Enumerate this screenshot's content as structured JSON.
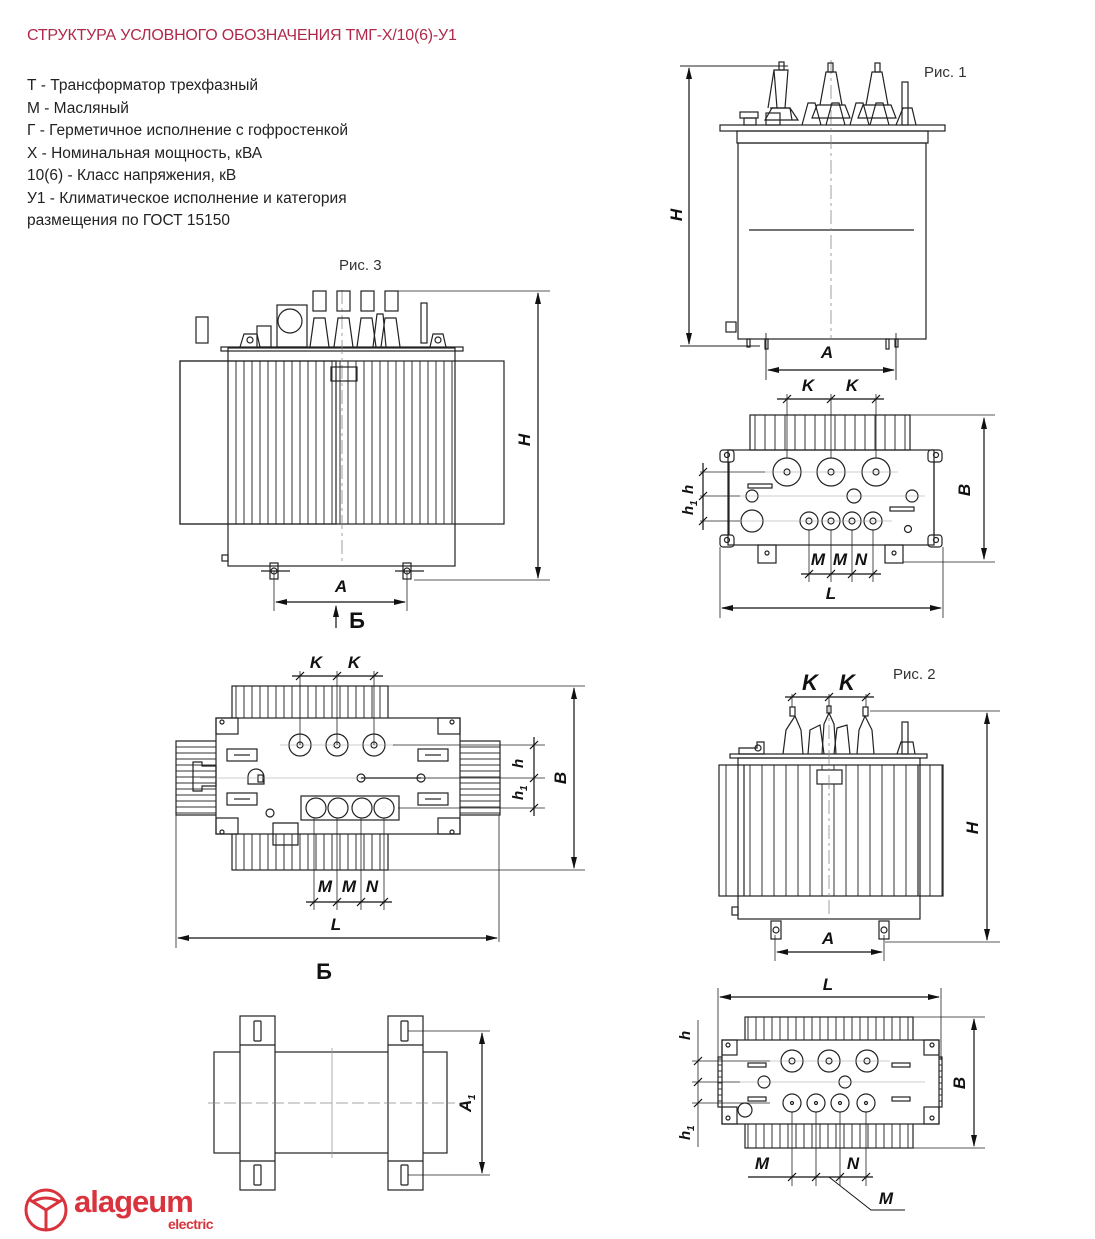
{
  "header": {
    "title": "СТРУКТУРА УСЛОВНОГО ОБОЗНАЧЕНИЯ ТМГ-Х/10(6)-У1",
    "title_color": "#b0294a"
  },
  "legend": [
    "Т - Трансформатор трехфазный",
    "М - Масляный",
    "Г - Герметичное исполнение с гофростенкой",
    "Х - Номинальная мощность, кВА",
    "10(6) - Класс напряжения, кВ",
    "У1 - Климатическое исполнение и категория",
    "размещения по ГОСТ 15150"
  ],
  "figures": {
    "fig1": {
      "caption": "Рис. 1",
      "side": {
        "H": "H",
        "A": "A"
      },
      "top": {
        "K1": "K",
        "K2": "K",
        "h1": "h",
        "h": "h",
        "B": "B",
        "M1": "M",
        "M2": "M",
        "N": "N",
        "L": "L"
      }
    },
    "fig2": {
      "caption": "Рис. 2",
      "side": {
        "K1": "K",
        "K2": "K",
        "H": "H",
        "A": "A"
      },
      "top": {
        "L": "L",
        "h": "h",
        "h1": "h",
        "B": "B",
        "M1": "M",
        "N": "N",
        "M2": "M"
      }
    },
    "fig3": {
      "caption": "Рис. 3",
      "side": {
        "H": "H",
        "A": "A",
        "view_arrow": "Б"
      },
      "top": {
        "K1": "K",
        "K2": "K",
        "h": "h",
        "h1": "h",
        "B": "B",
        "M1": "M",
        "M2": "M",
        "N": "N",
        "L": "L",
        "view_label": "Б"
      },
      "base": {
        "A1": "A"
      }
    }
  },
  "subscript": "1",
  "logo": {
    "word": "alageum",
    "sub": "electric",
    "color": "#d9343d"
  }
}
